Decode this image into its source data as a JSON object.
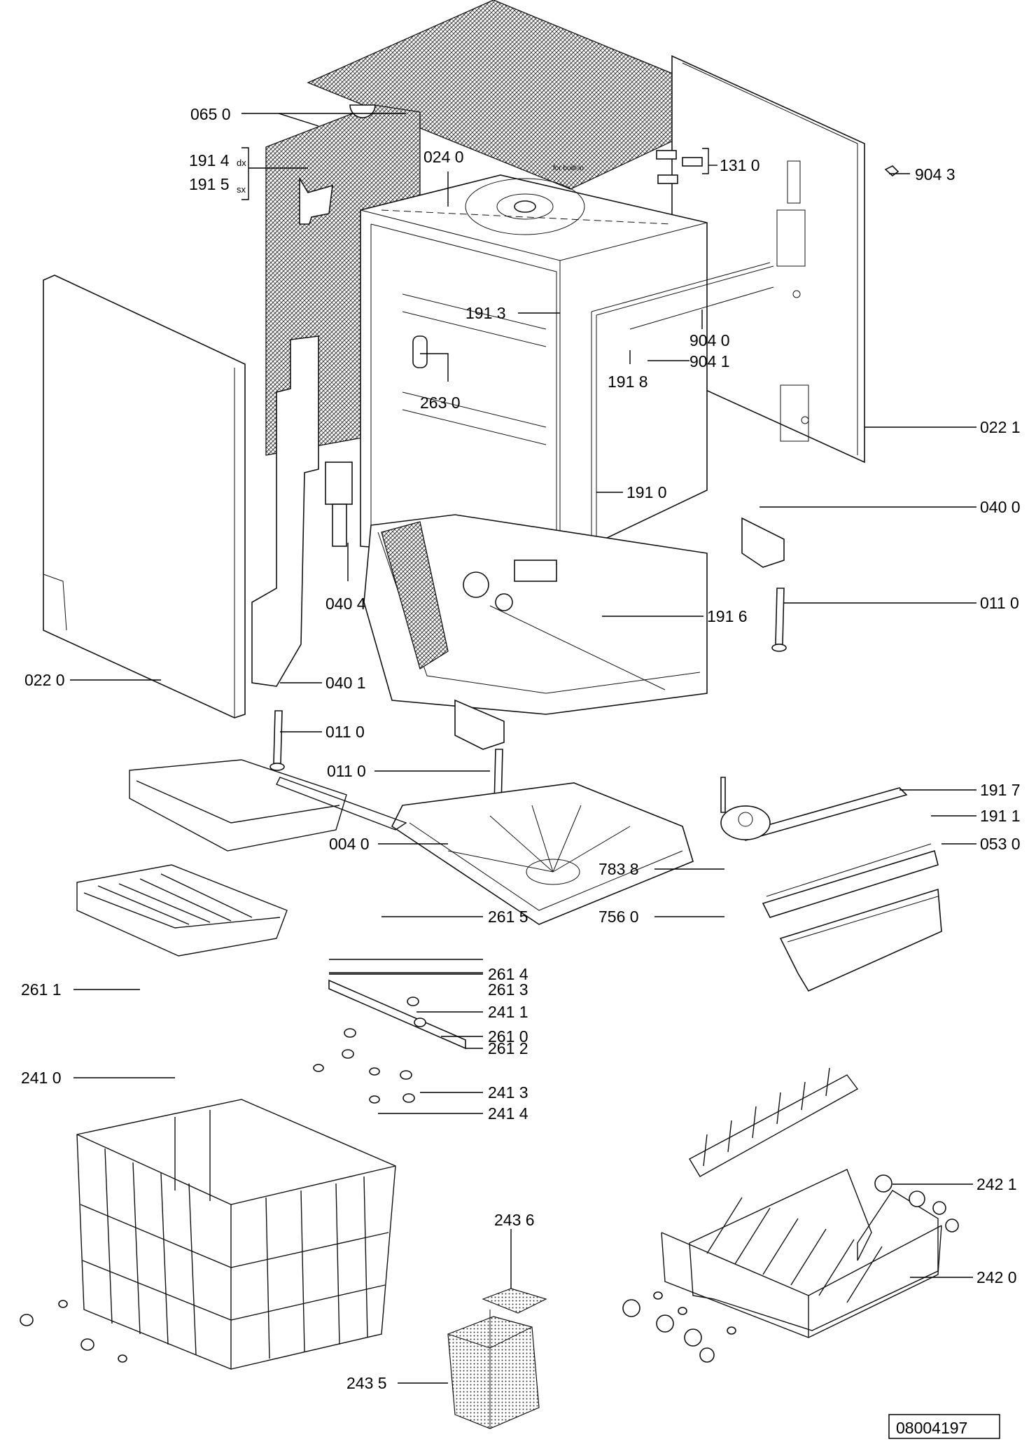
{
  "diagram_labels": [
    {
      "id": "l0650",
      "text": "065 0"
    },
    {
      "id": "l1914",
      "text": "191 4"
    },
    {
      "id": "l1914s",
      "text": "dx"
    },
    {
      "id": "l1915",
      "text": "191 5"
    },
    {
      "id": "l1915s",
      "text": "sx"
    },
    {
      "id": "l0240",
      "text": "024 0"
    },
    {
      "id": "lbuiltin",
      "text": "for built-in"
    },
    {
      "id": "l1310",
      "text": "131 0"
    },
    {
      "id": "l9043",
      "text": "904 3"
    },
    {
      "id": "l1913",
      "text": "191 3"
    },
    {
      "id": "l9040",
      "text": "904 0"
    },
    {
      "id": "l9041",
      "text": "904 1"
    },
    {
      "id": "l1918",
      "text": "191 8"
    },
    {
      "id": "l2630",
      "text": "263 0"
    },
    {
      "id": "l0221",
      "text": "022 1"
    },
    {
      "id": "l1910",
      "text": "191 0"
    },
    {
      "id": "l0400",
      "text": "040 0"
    },
    {
      "id": "l0404",
      "text": "040 4"
    },
    {
      "id": "l0110a",
      "text": "011 0"
    },
    {
      "id": "l1916",
      "text": "191 6"
    },
    {
      "id": "l0220",
      "text": "022 0"
    },
    {
      "id": "l0401",
      "text": "040 1"
    },
    {
      "id": "l0110b",
      "text": "011 0"
    },
    {
      "id": "l0110c",
      "text": "011 0"
    },
    {
      "id": "l1917",
      "text": "191 7"
    },
    {
      "id": "l1911",
      "text": "191 1"
    },
    {
      "id": "l0040",
      "text": "004 0"
    },
    {
      "id": "l0530",
      "text": "053 0"
    },
    {
      "id": "l7838",
      "text": "783 8"
    },
    {
      "id": "l7560",
      "text": "756 0"
    },
    {
      "id": "l2615",
      "text": "261 5"
    },
    {
      "id": "l2614",
      "text": "261 4"
    },
    {
      "id": "l2611",
      "text": "261 1"
    },
    {
      "id": "l2613",
      "text": "261 3"
    },
    {
      "id": "l2411",
      "text": "241 1"
    },
    {
      "id": "l2610",
      "text": "261 0"
    },
    {
      "id": "l2612",
      "text": "261 2"
    },
    {
      "id": "l2410",
      "text": "241 0"
    },
    {
      "id": "l2413",
      "text": "241 3"
    },
    {
      "id": "l2414",
      "text": "241 4"
    },
    {
      "id": "l2421",
      "text": "242 1"
    },
    {
      "id": "l2436",
      "text": "243 6"
    },
    {
      "id": "l2420",
      "text": "242 0"
    },
    {
      "id": "l2435",
      "text": "243 5"
    }
  ],
  "drawing_number": "08004197"
}
